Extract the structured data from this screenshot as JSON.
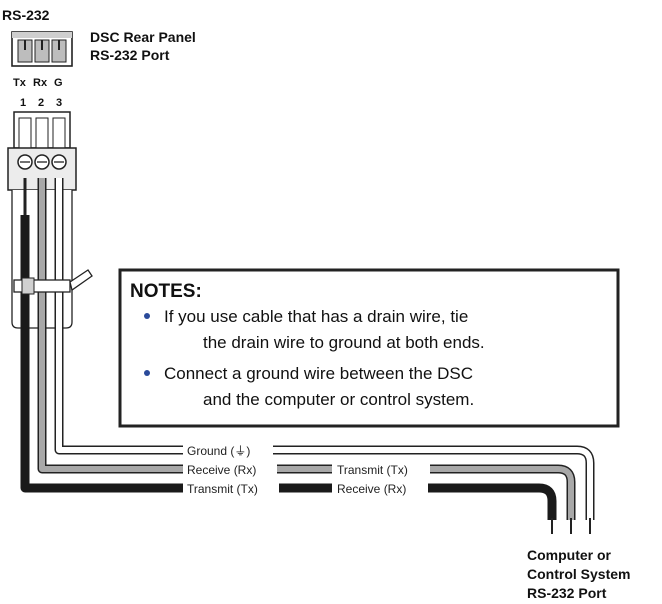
{
  "panel": {
    "title": "RS-232",
    "caption_line1": "DSC Rear Panel",
    "caption_line2": "RS-232 Port",
    "pin_labels": [
      "Tx",
      "Rx",
      "G"
    ],
    "pin_numbers": [
      "1",
      "2",
      "3"
    ]
  },
  "notes": {
    "heading": "NOTES:",
    "items": [
      {
        "line1": "If you use cable that has a drain wire, tie",
        "line2": "the drain wire to ground at both ends."
      },
      {
        "line1": "Connect a ground wire between the DSC",
        "line2": "and the computer or control system."
      }
    ]
  },
  "wires": {
    "ground_label": "Ground (⏚)",
    "left_receive": "Receive (Rx)",
    "left_transmit": "Transmit (Tx)",
    "right_transmit": "Transmit (Tx)",
    "right_receive": "Receive (Rx)"
  },
  "computer": {
    "line1": "Computer or",
    "line2": "Control System",
    "line3": "RS-232 Port"
  },
  "colors": {
    "wire_black": "#1a1a1a",
    "wire_gray": "#a8a8a8",
    "wire_white": "#ffffff",
    "outline": "#222222",
    "bullet": "#2a4a9a"
  }
}
